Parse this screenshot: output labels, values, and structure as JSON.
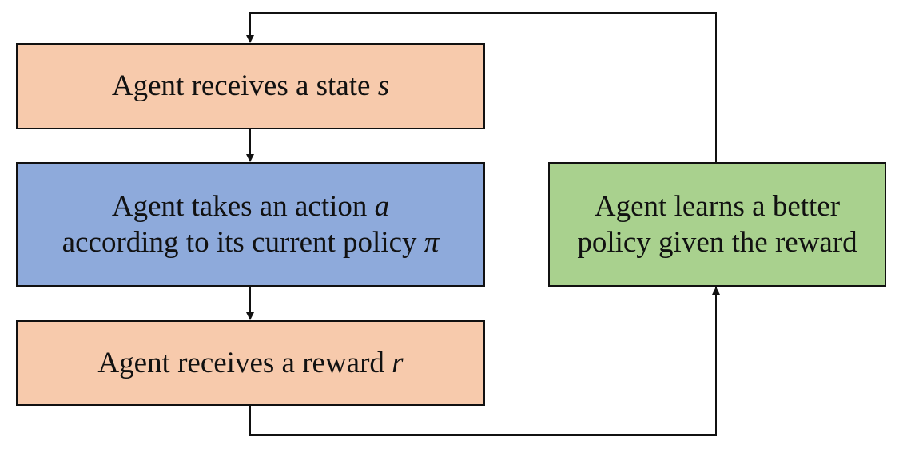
{
  "colors": {
    "state_box": "#f7caac",
    "action_box": "#8eaadb",
    "reward_box": "#f7caac",
    "learn_box": "#a9d18e",
    "stroke": "#111111"
  },
  "boxes": {
    "state": {
      "text": "Agent receives a state ",
      "var": "s"
    },
    "action": {
      "line1_text": "Agent takes an action ",
      "line1_var": "a",
      "line2_text": "according to its current policy ",
      "line2_var": "π"
    },
    "reward": {
      "text": "Agent receives a reward ",
      "var": "r"
    },
    "learn": {
      "line1": "Agent learns a better",
      "line2": "policy given the reward"
    }
  }
}
